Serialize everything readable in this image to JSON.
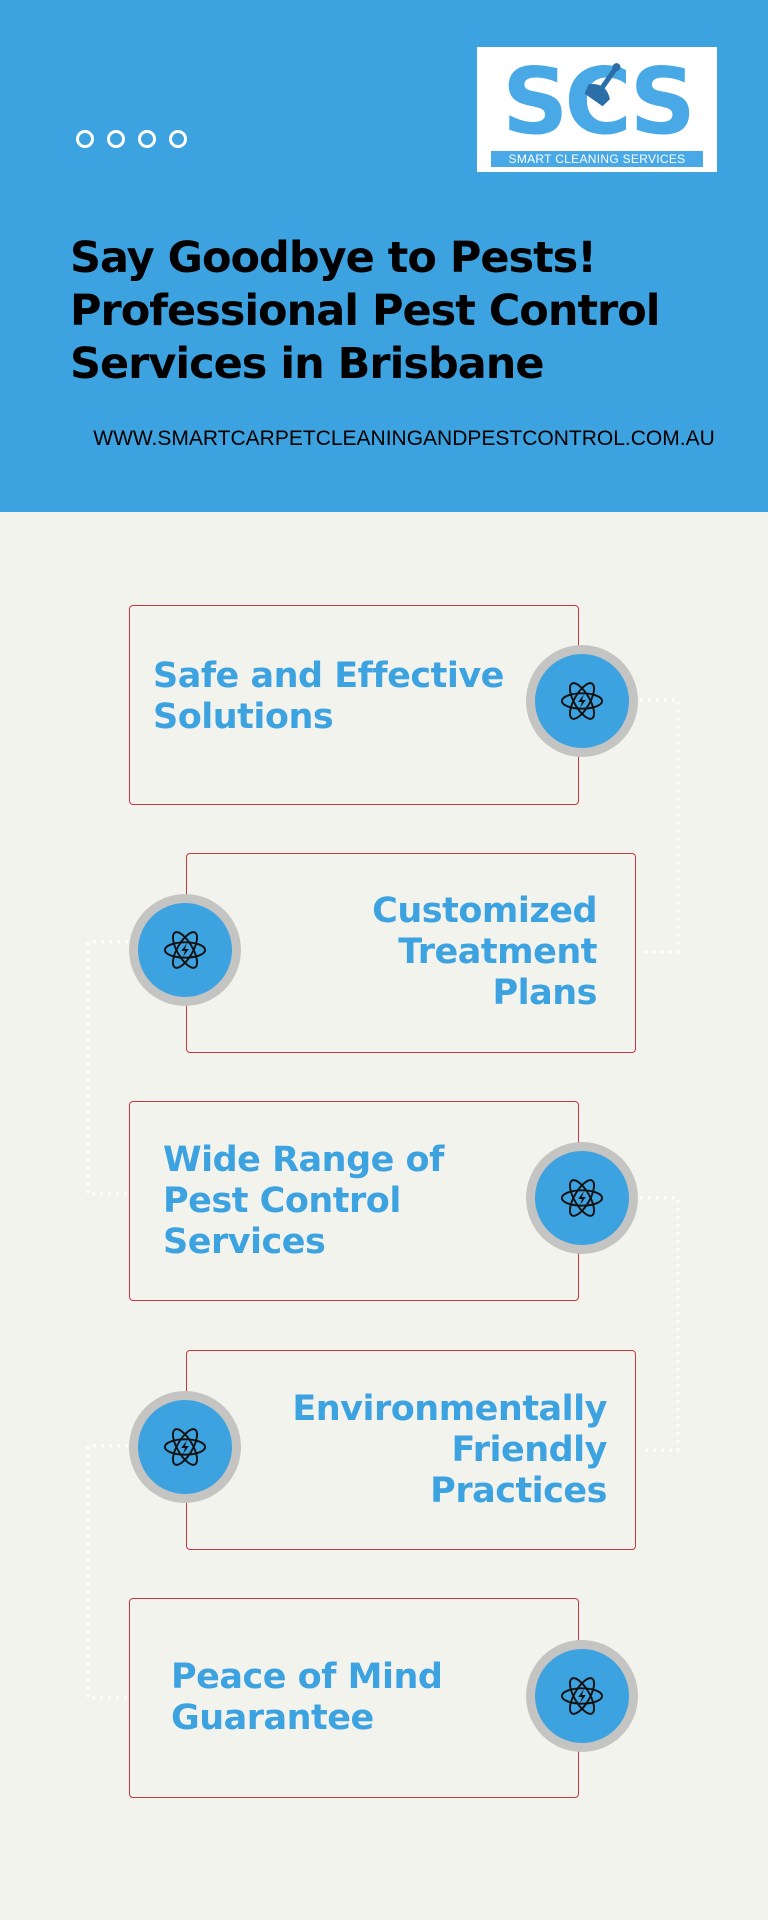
{
  "header": {
    "logo_letters": "SCS",
    "logo_tagline": "SMART CLEANING SERVICES",
    "title_lines": [
      "Say Goodbye to Pests!",
      "Professional Pest Control",
      "Services in Brisbane"
    ],
    "website": "WWW.SMARTCARPETCLEANINGANDPESTCONTROL.COM.AU"
  },
  "items": [
    {
      "lines": [
        "Safe and Effective",
        "Solutions"
      ],
      "icon": "atom-icon"
    },
    {
      "lines": [
        "Customized",
        "Treatment",
        "Plans"
      ],
      "icon": "atom-icon"
    },
    {
      "lines": [
        "Wide Range of",
        "Pest Control",
        "Services"
      ],
      "icon": "atom-icon"
    },
    {
      "lines": [
        "Environmentally",
        "Friendly",
        "Practices"
      ],
      "icon": "atom-icon"
    },
    {
      "lines": [
        "Peace of Mind",
        "Guarantee"
      ],
      "icon": "atom-icon"
    }
  ],
  "colors": {
    "header_bg": "#3ca2e0",
    "page_bg": "#f3f3ee",
    "accent_blue": "#3ca2e0",
    "card_border": "#c9373f",
    "badge_ring": "#c4c4c2"
  }
}
